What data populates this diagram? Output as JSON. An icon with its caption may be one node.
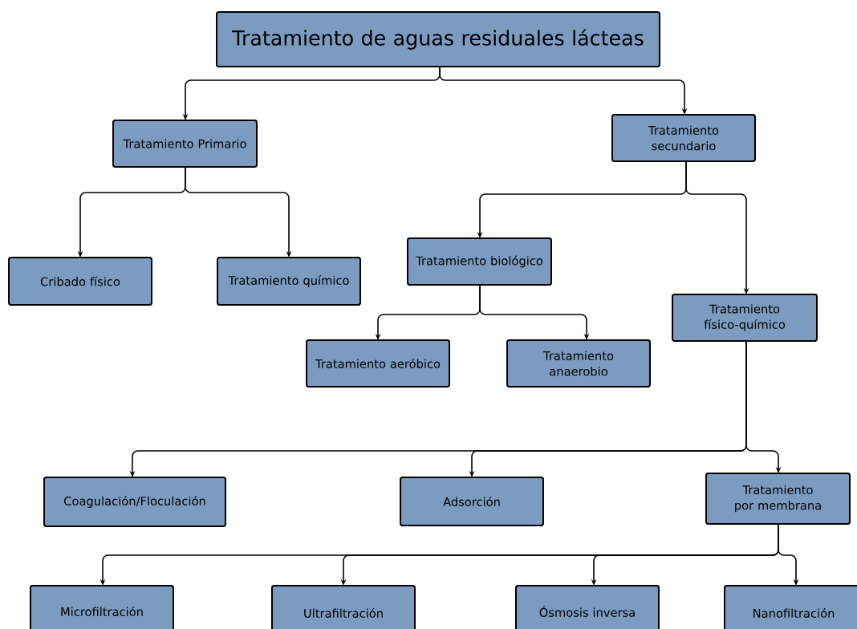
{
  "diagram": {
    "nodes": [
      {
        "text": [
          "Tratamiento de aguas residuales lácteas"
        ]
      },
      {
        "text": [
          "Tratamiento Primario"
        ]
      },
      {
        "text": [
          "Tratamiento secundario"
        ]
      },
      {
        "text": [
          "Cribado físico"
        ]
      },
      {
        "text": [
          "Tratamiento químico"
        ]
      },
      {
        "text": [
          "Tratamiento biológico"
        ]
      },
      {
        "text": [
          "Tratamiento físico-químico"
        ]
      },
      {
        "text": [
          "Tratamiento aeróbico"
        ]
      },
      {
        "text": [
          "Tratamiento anaerobio"
        ]
      },
      {
        "text": [
          "Coagulación/Floculación"
        ]
      },
      {
        "text": [
          "Adsorción"
        ]
      },
      {
        "text": [
          "Tratamiento por membrana"
        ]
      },
      {
        "text": [
          "Microfiltración"
        ]
      },
      {
        "text": [
          "Ultrafiltración"
        ]
      },
      {
        "text": [
          "Ósmosis inversa"
        ]
      },
      {
        "text": [
          "Nanofiltración"
        ]
      }
    ],
    "edges": [
      {
        "from": 0,
        "to": 1,
        "arrow": "to"
      },
      {
        "from": 0,
        "to": 2,
        "arrow": "to"
      },
      {
        "from": 1,
        "to": 3,
        "arrow": "to"
      },
      {
        "from": 1,
        "to": 4,
        "arrow": "to"
      },
      {
        "from": 2,
        "to": 5,
        "arrow": "to"
      },
      {
        "from": 2,
        "to": 6,
        "arrow": "to"
      },
      {
        "from": 5,
        "to": 7,
        "arrow": "to"
      },
      {
        "from": 5,
        "to": 8,
        "arrow": "to"
      },
      {
        "from": 6,
        "to": 9,
        "arrow": "to"
      },
      {
        "from": 6,
        "to": 10,
        "arrow": "to"
      },
      {
        "from": 6,
        "to": 11,
        "arrow": "to"
      },
      {
        "from": 11,
        "to": 12,
        "arrow": "to"
      },
      {
        "from": 11,
        "to": 13,
        "arrow": "to"
      },
      {
        "from": 11,
        "to": 14,
        "arrow": "to"
      },
      {
        "from": 11,
        "to": 15,
        "arrow": "to"
      }
    ]
  }
}
